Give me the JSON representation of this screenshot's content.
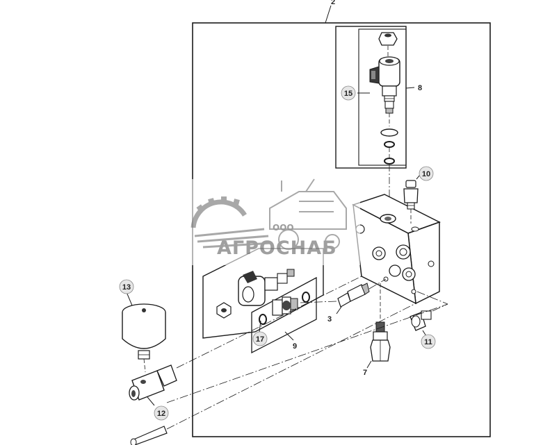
{
  "diagram": {
    "callouts": {
      "c2": "2",
      "c3": "3",
      "c7": "7",
      "c8": "8",
      "c9": "9",
      "c10": "10",
      "c11": "11",
      "c12": "12",
      "c13": "13",
      "c15": "15",
      "c17": "17"
    },
    "watermark": {
      "prefix": "ООО",
      "name": "АГРОСНАБ"
    },
    "colors": {
      "line": "#1a1a1a",
      "part_fill": "#ffffff",
      "shade": "#d8d8d8",
      "callout_fill": "#e6e6e6",
      "watermark": "#9a9a9a"
    }
  }
}
